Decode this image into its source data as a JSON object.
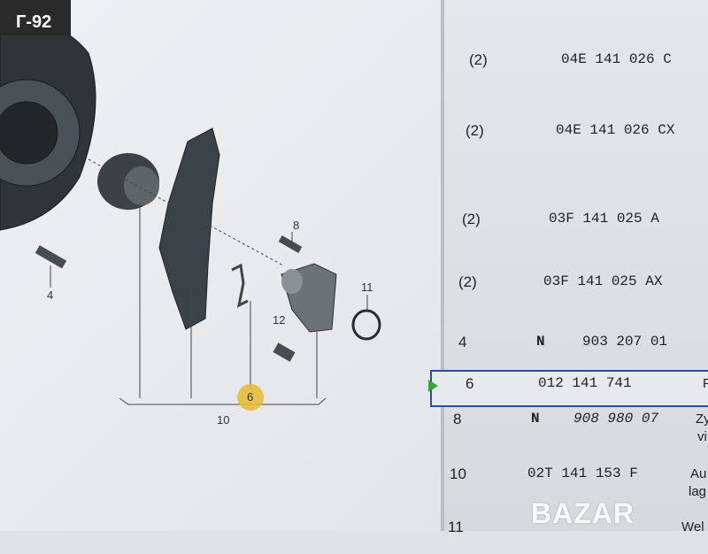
{
  "badge": "Г-92",
  "diagram": {
    "callouts": {
      "c4": "4",
      "c8": "8",
      "c11": "11",
      "c12": "12",
      "c6": "6",
      "c10": "10"
    }
  },
  "rows": [
    {
      "qty": "(2)",
      "part": "04E 141 026 C"
    },
    {
      "qty": "(2)",
      "part": "04E 141 026 CX"
    },
    {
      "qty": "(2)",
      "part": "03F 141 025 A"
    },
    {
      "qty": "(2)",
      "part": "03F 141 025 AX"
    },
    {
      "pos": "4",
      "prefix": "N",
      "part": "903 207 01"
    },
    {
      "pos": "6",
      "part": "012 141 741",
      "desc": "F"
    },
    {
      "pos": "8",
      "prefix": "N",
      "part": "908 980 07",
      "desc1": "Zy",
      "desc2": "vi"
    },
    {
      "pos": "10",
      "part": "02T 141 153 F",
      "desc1": "Au",
      "desc2": "lag"
    },
    {
      "pos": "11",
      "desc1": "Wel"
    }
  ],
  "watermark": "BAZAR",
  "colors": {
    "selection": "#2b4f8f",
    "marker": "#3aa33a",
    "highlight": "#e8b830"
  }
}
